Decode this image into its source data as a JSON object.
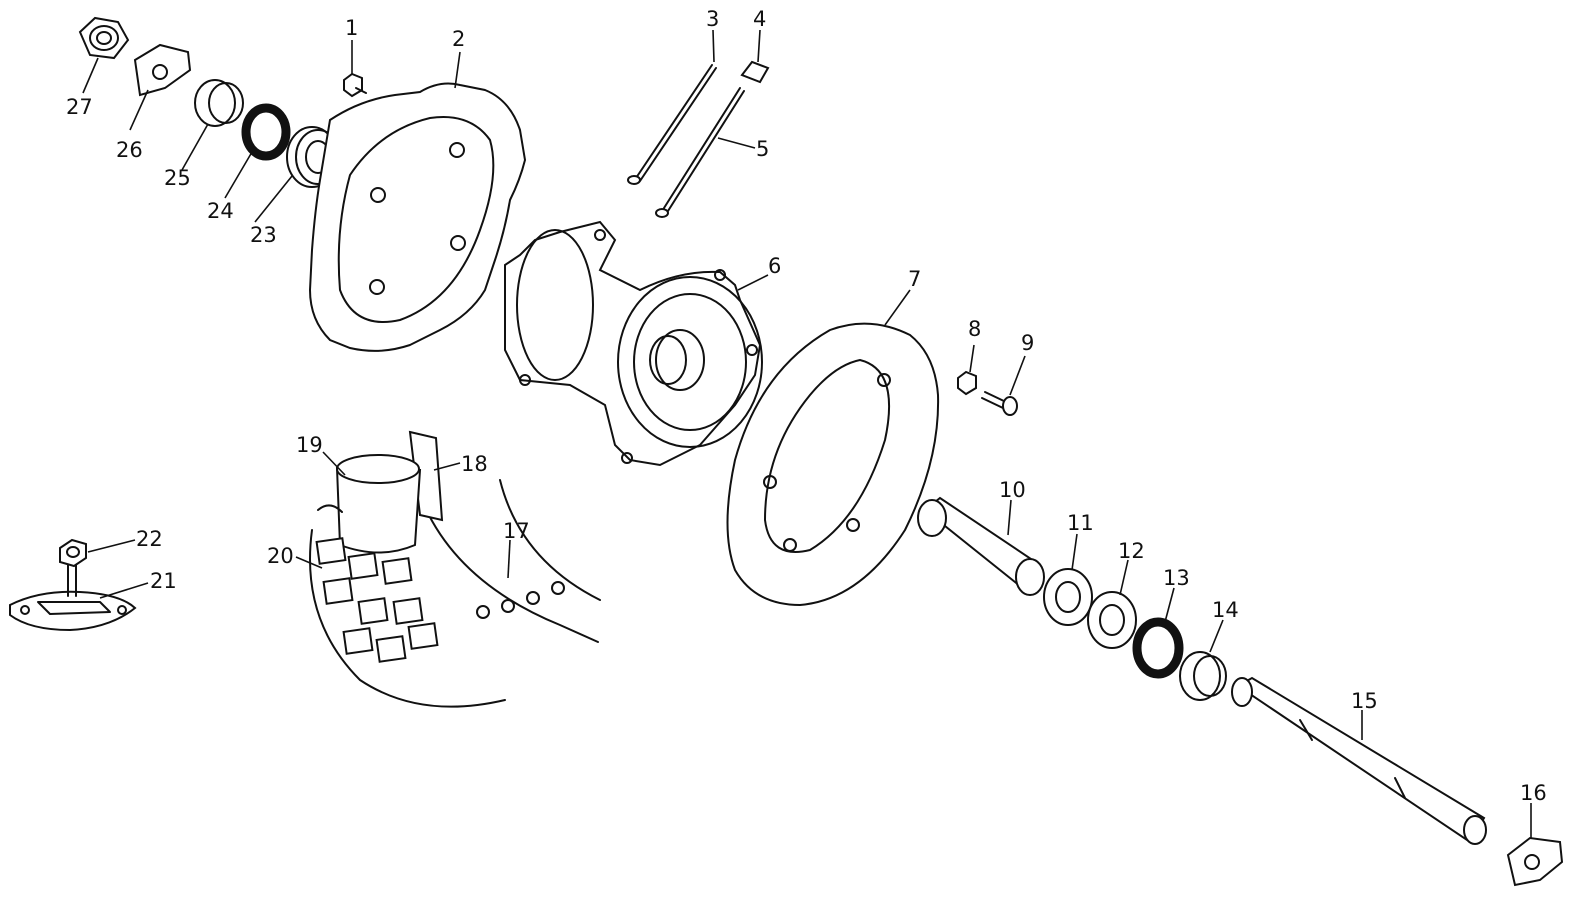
{
  "callouts": [
    "1",
    "2",
    "3",
    "4",
    "5",
    "6",
    "7",
    "8",
    "9",
    "10",
    "11",
    "12",
    "13",
    "14",
    "15",
    "16",
    "17",
    "18",
    "19",
    "20",
    "21",
    "22",
    "23",
    "24",
    "25",
    "26",
    "27"
  ],
  "colors": {
    "ink": "#111111",
    "paper": "#ffffff"
  }
}
